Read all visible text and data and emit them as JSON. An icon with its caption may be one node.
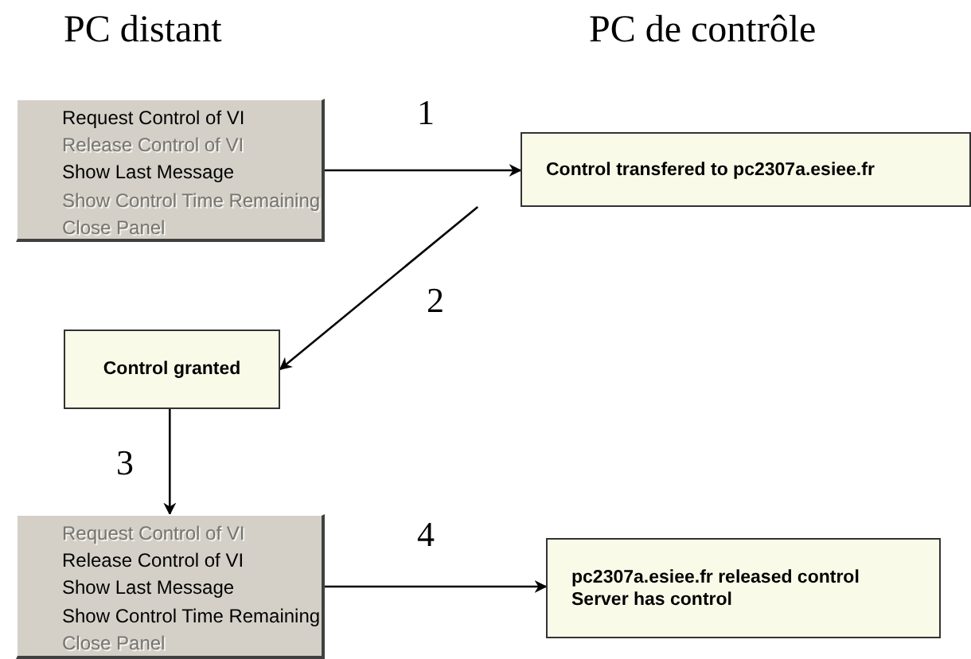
{
  "diagram": {
    "nodes": [
      {
        "text": [
          "Request Control of VI",
          "Release Control of VI",
          "Show Last Message",
          "Show Control Time Remaining",
          "Close Panel"
        ]
      },
      {
        "text": [
          "Control transfered to pc2307a.esiee.fr"
        ]
      },
      {
        "text": [
          "Control granted"
        ]
      },
      {
        "text": [
          "Request Control of VI",
          "Release Control of VI",
          "Show Last Message",
          "Show Control Time Remaining",
          "Close Panel"
        ]
      },
      {
        "text": [
          "pc2307a.esiee.fr released control",
          "Server has control"
        ]
      }
    ],
    "edges": [
      {
        "from": 0,
        "to": 1,
        "arrow": "to",
        "label": "1"
      },
      {
        "from": 1,
        "to": 2,
        "arrow": "to",
        "label": "2"
      },
      {
        "from": 2,
        "to": 3,
        "arrow": "to",
        "label": "3"
      },
      {
        "from": 3,
        "to": 4,
        "arrow": "to",
        "label": "4"
      }
    ],
    "labels": [
      "PC distant",
      "PC de contrôle"
    ]
  }
}
